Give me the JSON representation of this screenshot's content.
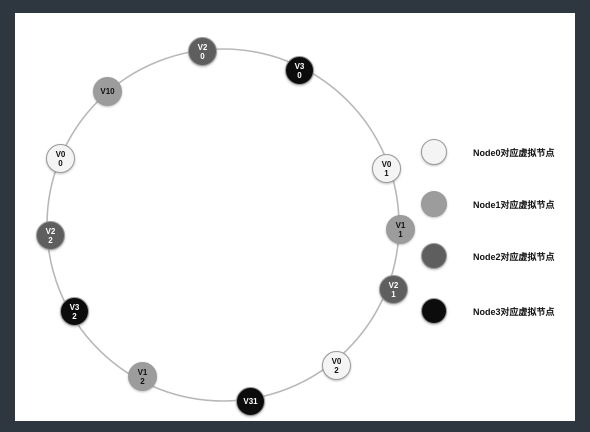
{
  "colors": {
    "node0": "#f4f4f4",
    "node1": "#9c9c9c",
    "node2": "#5e5e5e",
    "node3": "#0c0c0c",
    "ring": "#b8b8b8"
  },
  "ring_nodes": [
    {
      "id": "v20",
      "group": "node2",
      "line1": "V2",
      "line2": "0"
    },
    {
      "id": "v30",
      "group": "node3",
      "line1": "V3",
      "line2": "0"
    },
    {
      "id": "v01",
      "group": "node0",
      "line1": "V0",
      "line2": "1"
    },
    {
      "id": "v11",
      "group": "node1",
      "line1": "V1",
      "line2": "1"
    },
    {
      "id": "v21",
      "group": "node2",
      "line1": "V2",
      "line2": "1"
    },
    {
      "id": "v02",
      "group": "node0",
      "line1": "V0",
      "line2": "2"
    },
    {
      "id": "v31",
      "group": "node3",
      "line1": "V31",
      "line2": ""
    },
    {
      "id": "v12",
      "group": "node1",
      "line1": "V1",
      "line2": "2"
    },
    {
      "id": "v32",
      "group": "node3",
      "line1": "V3",
      "line2": "2"
    },
    {
      "id": "v22",
      "group": "node2",
      "line1": "V2",
      "line2": "2"
    },
    {
      "id": "v00",
      "group": "node0",
      "line1": "V0",
      "line2": "0"
    },
    {
      "id": "v10",
      "group": "node1",
      "line1": "V10",
      "line2": ""
    }
  ],
  "legend": [
    {
      "group": "node0",
      "label": "Node0对应虚拟节点"
    },
    {
      "group": "node1",
      "label": "Node1对应虚拟节点"
    },
    {
      "group": "node2",
      "label": "Node2对应虚拟节点"
    },
    {
      "group": "node3",
      "label": "Node3对应虚拟节点"
    }
  ]
}
